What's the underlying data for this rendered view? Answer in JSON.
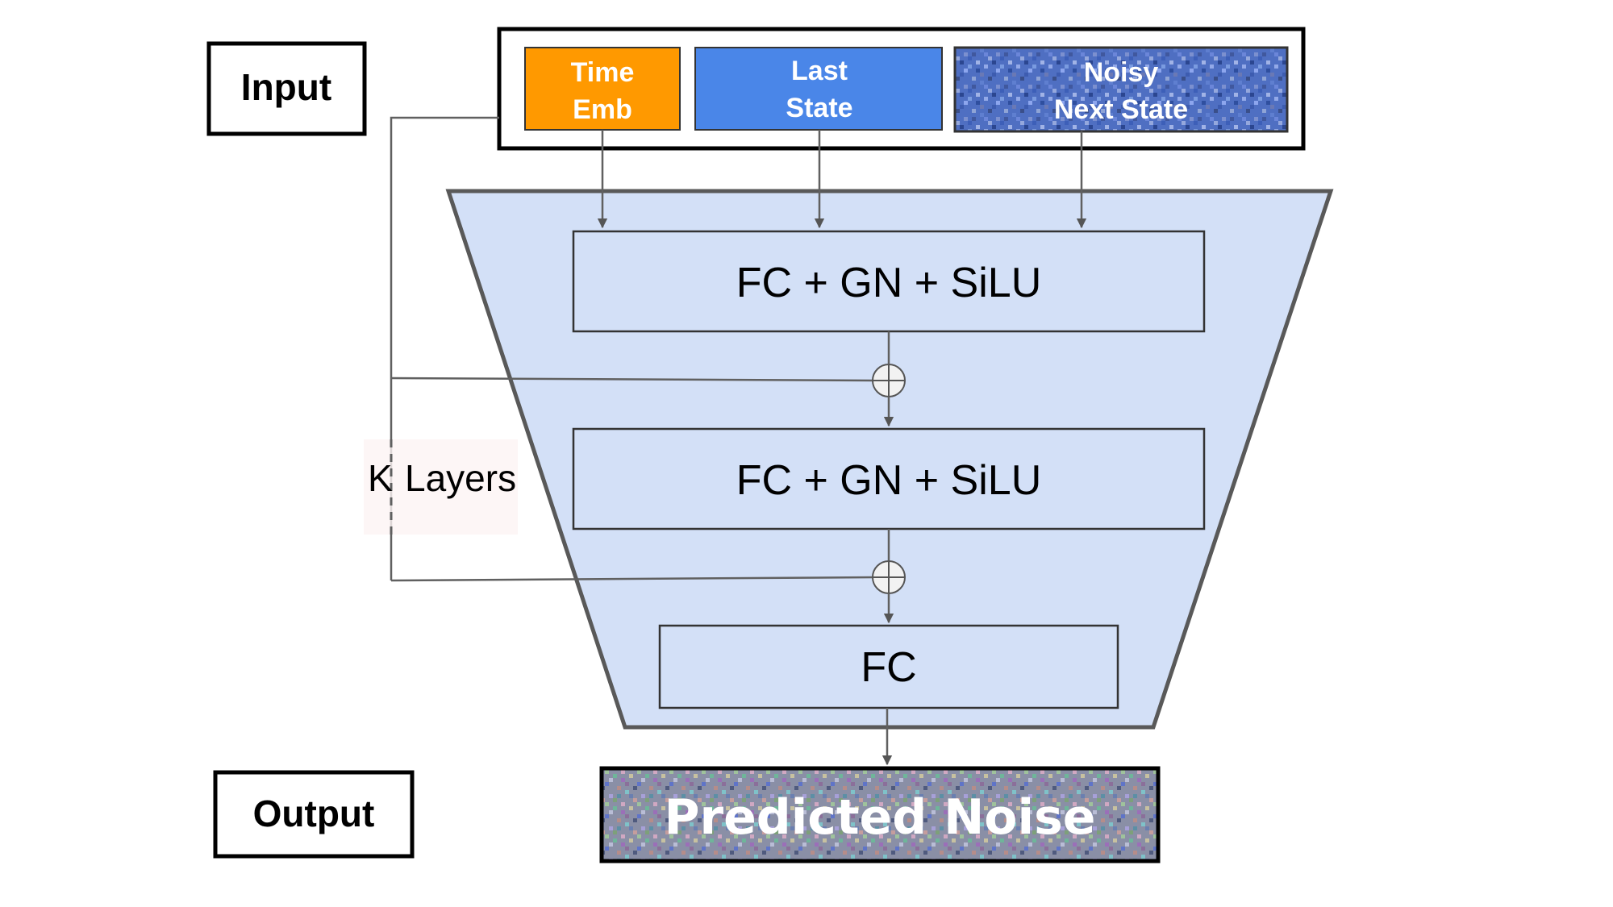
{
  "labels": {
    "input": "Input",
    "output": "Output",
    "k_layers_k": "K",
    "k_layers_word": "Layers"
  },
  "inputs": {
    "time_emb": [
      "Time",
      "Emb"
    ],
    "last_state": [
      "Last",
      "State"
    ],
    "noisy_next_state": [
      "Noisy",
      "Next State"
    ]
  },
  "blocks": {
    "block1": "FC + GN + SiLU",
    "block2": "FC + GN + SiLU",
    "block3": "FC"
  },
  "output_box": "Predicted Noise",
  "colors": {
    "time_emb": "#ff9900",
    "last_state": "#4a86e8",
    "trapezoid_fill": "#d3e0f7",
    "trapezoid_stroke": "#595959",
    "wire": "#606060"
  }
}
